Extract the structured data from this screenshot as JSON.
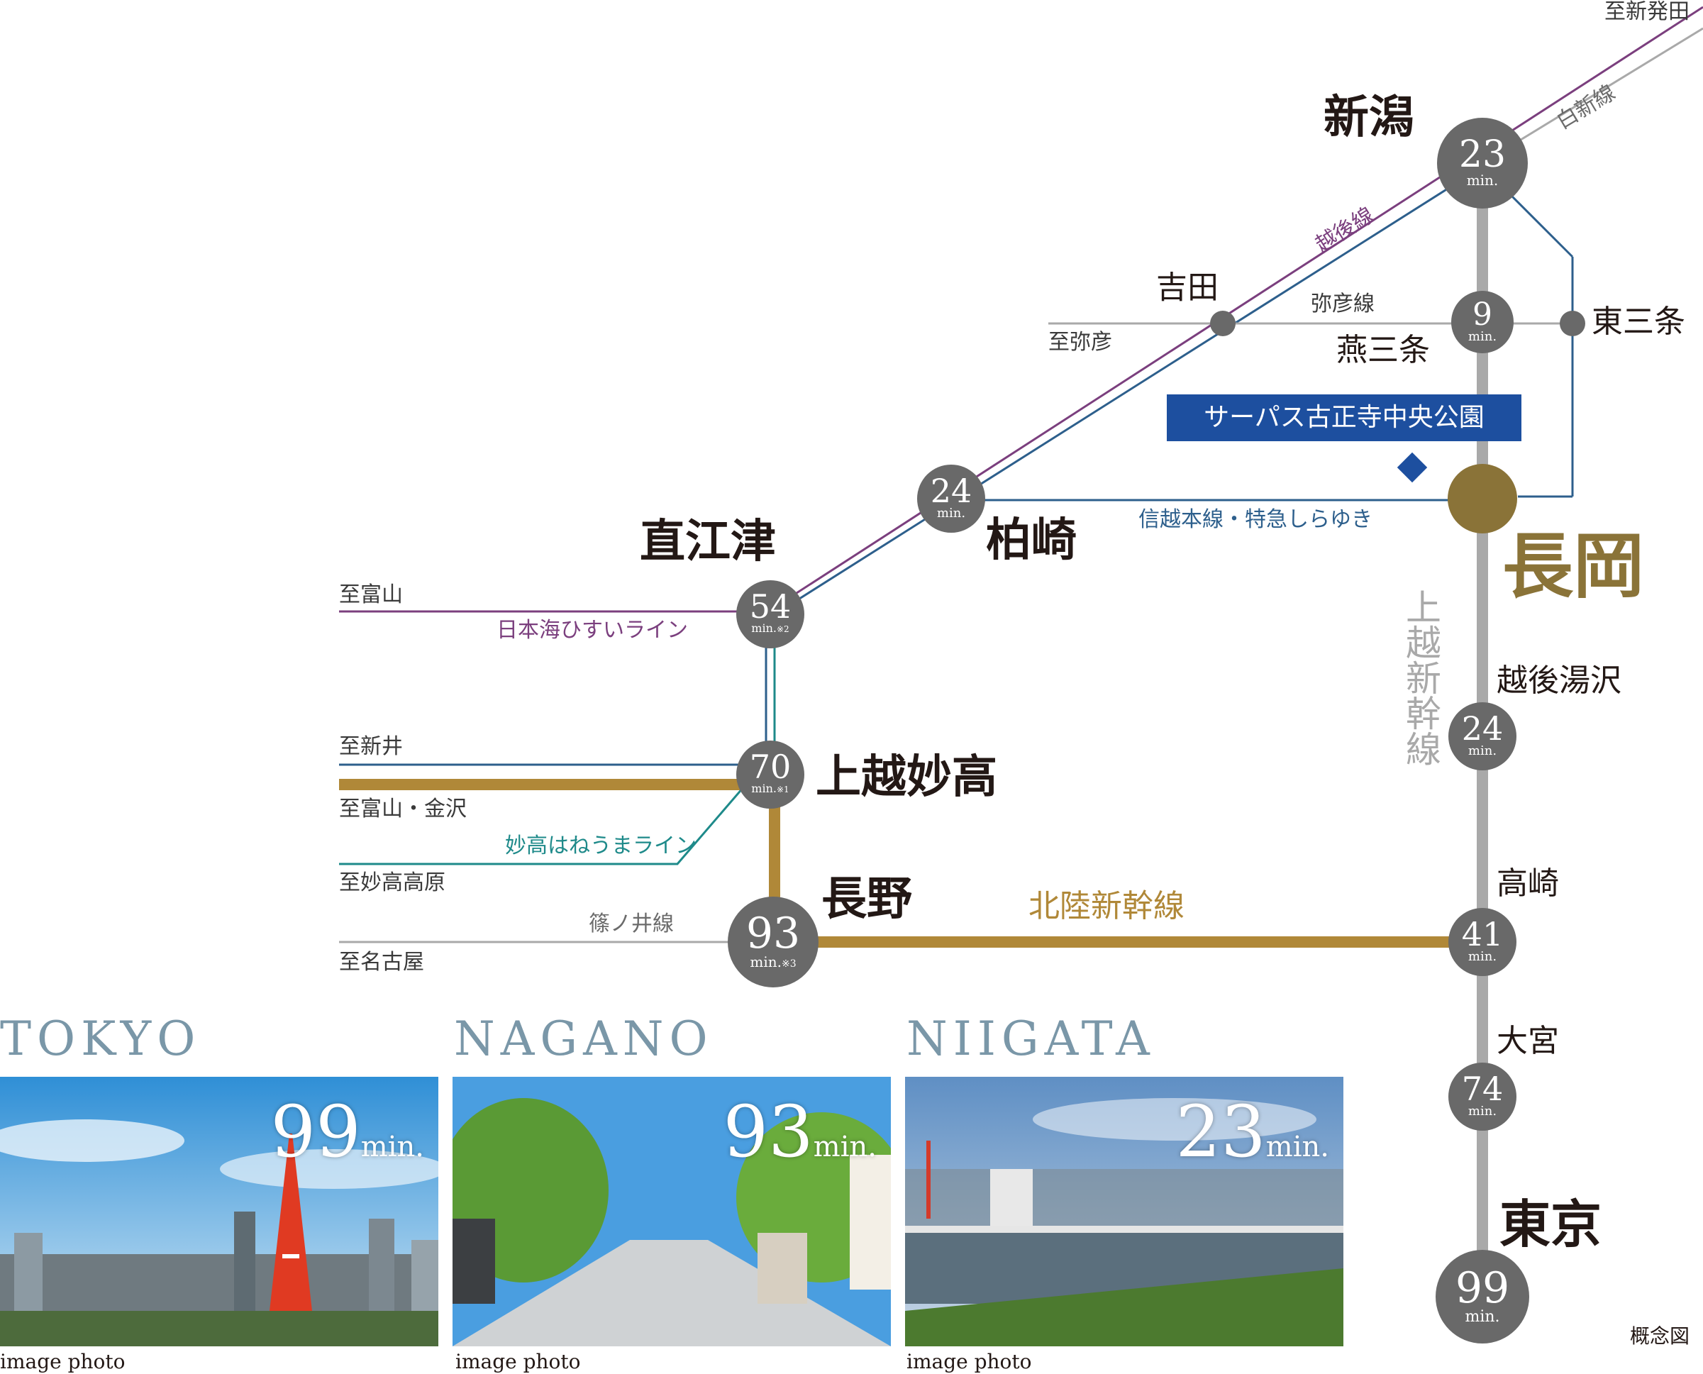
{
  "stations": {
    "niigata": {
      "name": "新潟",
      "minutes": "23"
    },
    "tsubamesanjo": {
      "name": "燕三条",
      "minutes": "9"
    },
    "higashisanjo": {
      "name": "東三条"
    },
    "yoshida": {
      "name": "吉田"
    },
    "kashiwazaki": {
      "name": "柏崎",
      "minutes": "24"
    },
    "naoetsu": {
      "name": "直江津",
      "minutes": "54",
      "note": "※2"
    },
    "joetsumyoko": {
      "name": "上越妙高",
      "minutes": "70",
      "note": "※1"
    },
    "nagano": {
      "name": "長野",
      "minutes": "93",
      "note": "※3"
    },
    "nagaoka": {
      "name": "長岡"
    },
    "echigoyuzawa": {
      "name": "越後湯沢",
      "minutes": "24"
    },
    "takasaki": {
      "name": "高崎",
      "minutes": "41"
    },
    "omiya": {
      "name": "大宮",
      "minutes": "74"
    },
    "tokyo": {
      "name": "東京",
      "minutes": "99"
    }
  },
  "min_unit": "min.",
  "lines": {
    "joetsu_shinkansen": "上越新幹線",
    "hokuriku_shinkansen": "北陸新幹線",
    "shinetsu": "信越本線・特急しらゆき",
    "echigo": "越後線",
    "hakushin": "白新線",
    "yahiko": "弥彦線",
    "hisui": "日本海ひすいライン",
    "myoko_haneuma": "妙高はねうまライン",
    "shinonoi": "篠ノ井線"
  },
  "destinations": {
    "shibata": "至新発田",
    "yahiko": "至弥彦",
    "toyama1": "至富山",
    "arai": "至新井",
    "toyama_kanazawa": "至富山・金沢",
    "myokokogen": "至妙高高原",
    "nagoya": "至名古屋"
  },
  "property_name": "サーパス古正寺中央公園",
  "diagram_note": "概念図",
  "photos": [
    {
      "city": "TOKYO",
      "minutes": "99",
      "unit": "min.",
      "caption": "image photo"
    },
    {
      "city": "NAGANO",
      "minutes": "93",
      "unit": "min.",
      "caption": "image photo"
    },
    {
      "city": "NIIGATA",
      "minutes": "23",
      "unit": "min.",
      "caption": "image photo"
    }
  ],
  "colors": {
    "shinkansen_gray": "#a9a9a9",
    "hokuriku_gold": "#b08838",
    "shinetsu_blue": "#2d5f8c",
    "echigo_purple": "#7b3f7e",
    "myoko_teal": "#1e8a8a",
    "station_badge": "#696969",
    "nagaoka_gold": "#8a7338",
    "property_blue": "#1d4f9f"
  }
}
